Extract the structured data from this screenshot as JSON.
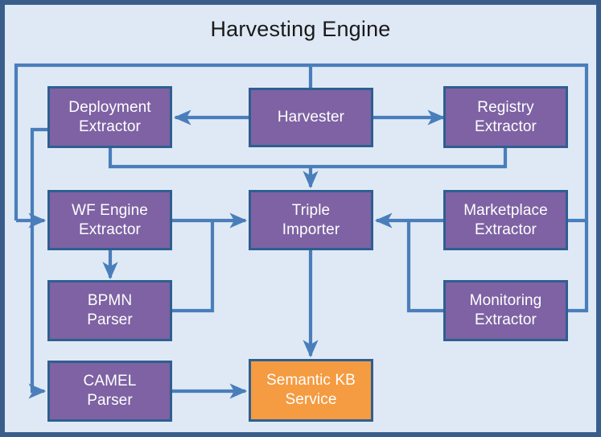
{
  "diagram": {
    "title": "Harvesting Engine",
    "type": "architecture-block-diagram",
    "colors": {
      "background": "#dfe9f5",
      "outer_border": "#3a5e8c",
      "node_fill_primary": "#7e62a3",
      "node_fill_accent": "#f59b41",
      "node_border": "#2e5f91",
      "connector": "#4a7ebb",
      "node_text": "#ffffff",
      "title_text": "#1a1a1a"
    },
    "nodes": [
      {
        "id": "deployment-extractor",
        "label": "Deployment Extractor",
        "line1": "Deployment",
        "line2": "Extractor",
        "style": "purple"
      },
      {
        "id": "harvester",
        "label": "Harvester",
        "line1": "Harvester",
        "line2": "",
        "style": "purple"
      },
      {
        "id": "registry-extractor",
        "label": "Registry Extractor",
        "line1": "Registry",
        "line2": "Extractor",
        "style": "purple"
      },
      {
        "id": "wf-engine-extractor",
        "label": "WF Engine Extractor",
        "line1": "WF Engine",
        "line2": "Extractor",
        "style": "purple"
      },
      {
        "id": "triple-importer",
        "label": "Triple Importer",
        "line1": "Triple",
        "line2": "Importer",
        "style": "purple"
      },
      {
        "id": "marketplace-extractor",
        "label": "Marketplace Extractor",
        "line1": "Marketplace",
        "line2": "Extractor",
        "style": "purple"
      },
      {
        "id": "bpmn-parser",
        "label": "BPMN Parser",
        "line1": "BPMN",
        "line2": "Parser",
        "style": "purple"
      },
      {
        "id": "monitoring-extractor",
        "label": "Monitoring Extractor",
        "line1": "Monitoring",
        "line2": "Extractor",
        "style": "purple"
      },
      {
        "id": "camel-parser",
        "label": "CAMEL Parser",
        "line1": "CAMEL",
        "line2": "Parser",
        "style": "purple"
      },
      {
        "id": "semantic-kb-service",
        "label": "Semantic KB Service",
        "line1": "Semantic KB",
        "line2": "Service",
        "style": "orange"
      }
    ],
    "edges": [
      {
        "from": "harvester",
        "to": "deployment-extractor",
        "arrow": "left"
      },
      {
        "from": "harvester",
        "to": "registry-extractor",
        "arrow": "right"
      },
      {
        "from": "harvester",
        "to": "wf-engine-extractor",
        "arrow": "right"
      },
      {
        "from": "harvester",
        "to": "camel-parser",
        "arrow": "right"
      },
      {
        "from": "harvester",
        "to": "marketplace-extractor",
        "arrow": "left"
      },
      {
        "from": "harvester",
        "to": "monitoring-extractor",
        "arrow": "left"
      },
      {
        "from": "deployment-extractor",
        "to": "triple-importer",
        "arrow": "down"
      },
      {
        "from": "registry-extractor",
        "to": "triple-importer",
        "arrow": "down"
      },
      {
        "from": "wf-engine-extractor",
        "to": "triple-importer",
        "arrow": "right"
      },
      {
        "from": "wf-engine-extractor",
        "to": "bpmn-parser",
        "arrow": "down"
      },
      {
        "from": "bpmn-parser",
        "to": "triple-importer",
        "arrow": "right"
      },
      {
        "from": "marketplace-extractor",
        "to": "triple-importer",
        "arrow": "left"
      },
      {
        "from": "monitoring-extractor",
        "to": "triple-importer",
        "arrow": "left"
      },
      {
        "from": "triple-importer",
        "to": "semantic-kb-service",
        "arrow": "down"
      },
      {
        "from": "camel-parser",
        "to": "semantic-kb-service",
        "arrow": "right"
      }
    ]
  }
}
